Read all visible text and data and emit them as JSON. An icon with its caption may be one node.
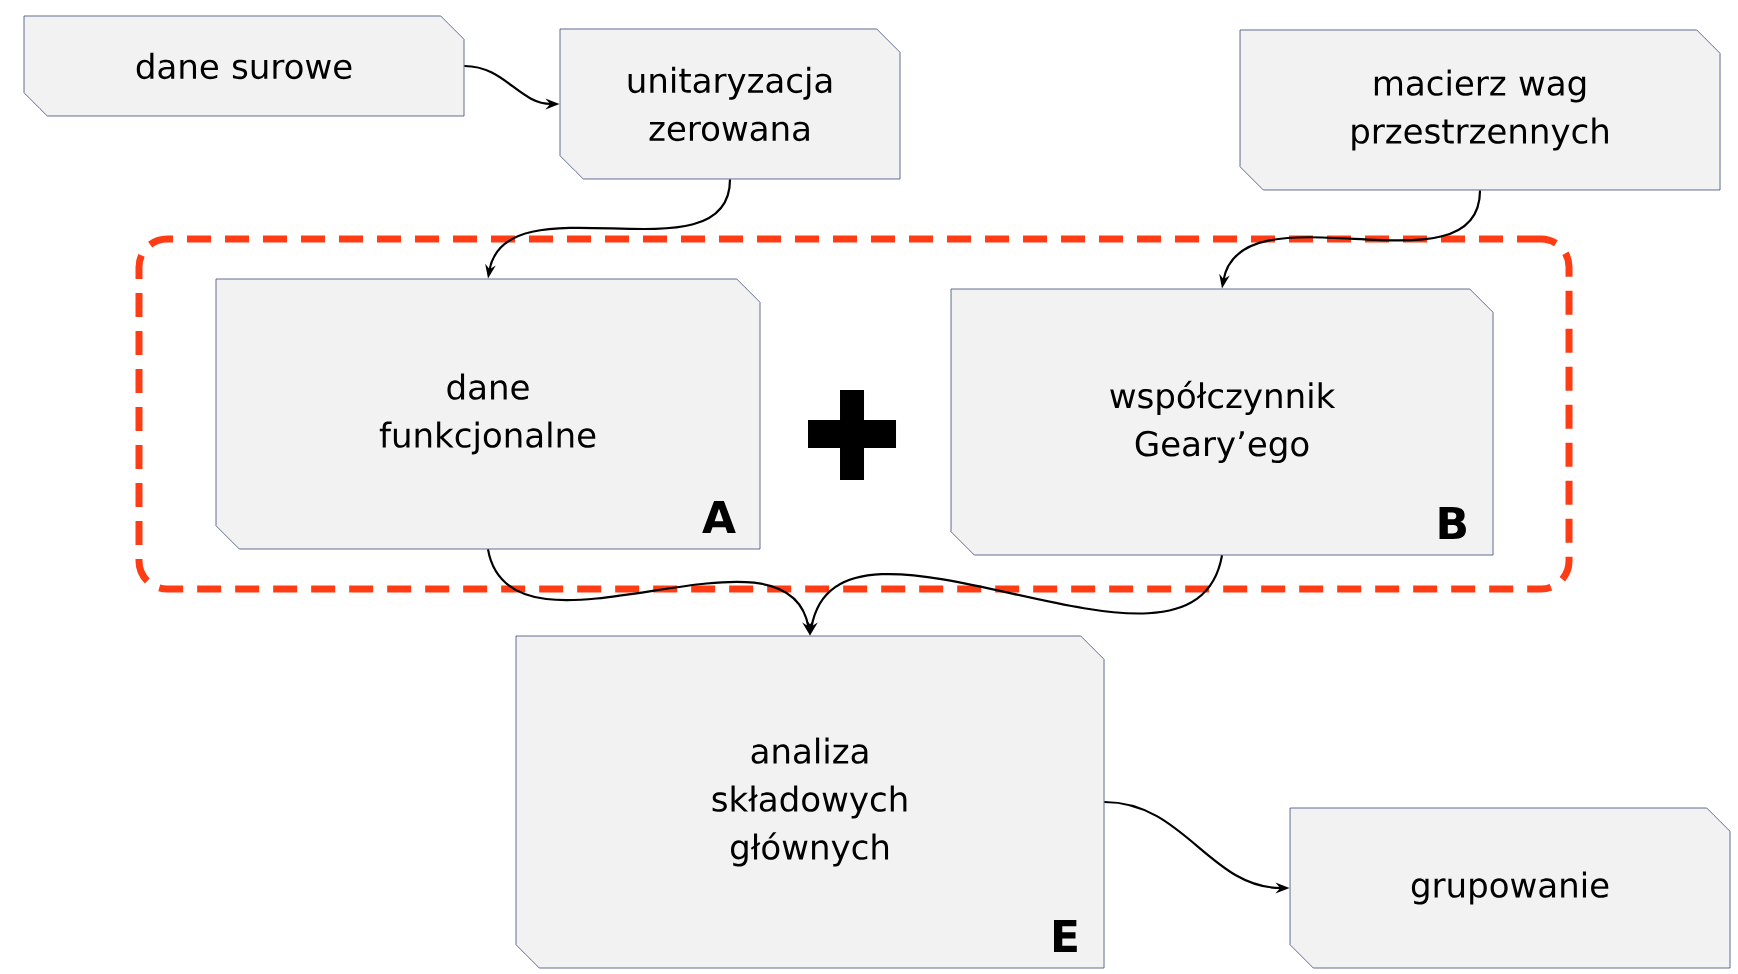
{
  "diagram": {
    "nodes": [
      {
        "text": [
          "dane surowe"
        ]
      },
      {
        "text": [
          "unitaryzacja zerowana"
        ]
      },
      {
        "text": [
          "macierz wag przestrzennych"
        ]
      },
      {
        "text": [],
        "shape": "box"
      },
      {
        "text": [
          "dane funkcjonalne",
          "A"
        ],
        "in": 3
      },
      {
        "text": [
          "współczynnik Geary’ego",
          "B"
        ],
        "in": 3
      },
      {
        "text": [
          "analiza składowych głównych",
          "E"
        ]
      },
      {
        "text": [
          "grupowanie"
        ]
      }
    ],
    "edges": [
      {
        "from": 0,
        "to": 1,
        "arrow": "to"
      },
      {
        "from": 1,
        "to": 4,
        "arrow": "to"
      },
      {
        "from": 2,
        "to": 5,
        "arrow": "to"
      },
      {
        "from": 4,
        "to": 6,
        "arrow": "to"
      },
      {
        "from": 5,
        "to": 6,
        "arrow": "to"
      },
      {
        "from": 6,
        "to": 7,
        "arrow": "to"
      }
    ]
  }
}
